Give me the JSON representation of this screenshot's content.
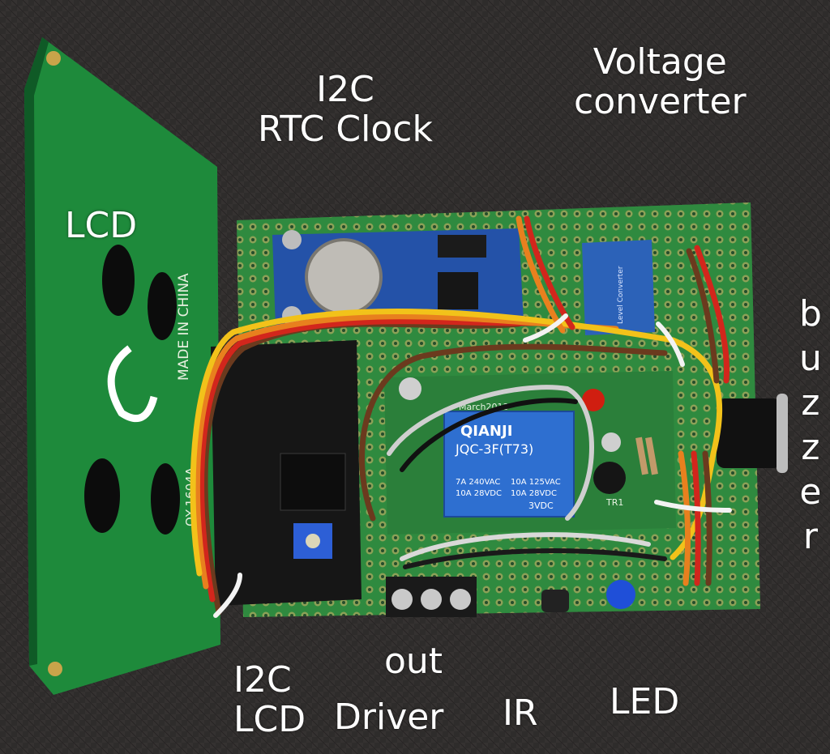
{
  "labels": {
    "rtc": "I2C\nRTC Clock",
    "voltage": "Voltage\nconverter",
    "lcd": "LCD",
    "i2c_lcd": "I2C\nLCD",
    "out": "out",
    "driver": "Driver",
    "ir": "IR",
    "led": "LED",
    "buzzer": "b\nu\nz\nz\ne\nr"
  },
  "component_text": {
    "relay_brand": "QIANJI",
    "relay_model": "JQC-3F(T73)",
    "relay_rating_1": "7A  240VAC",
    "relay_rating_2": "10A  28VDC",
    "relay_rating_3": "10A 125VAC",
    "relay_rating_4": "10A 28VDC",
    "relay_coil": "3VDC",
    "lcd_imprint": "MADE IN CHINA",
    "lcd_model": "QY-1604A",
    "relay_pcb": "March2013",
    "level_converter": "Level Converter",
    "tr1": "TR1"
  },
  "colors": {
    "background_fabric": "#2e2c2b",
    "lcd_pcb": "#1f8a3a",
    "perfboard": "#2f8a3f",
    "rtc_module": "#2452a8",
    "relay_body": "#2e6fd0",
    "label_text": "#ffffff",
    "wire_red": "#d2261c",
    "wire_orange": "#e8801e",
    "wire_yellow": "#f2c21a",
    "wire_brown": "#6b3a1e",
    "led_red": "#d01e10",
    "led_blue": "#1f4fd8"
  }
}
